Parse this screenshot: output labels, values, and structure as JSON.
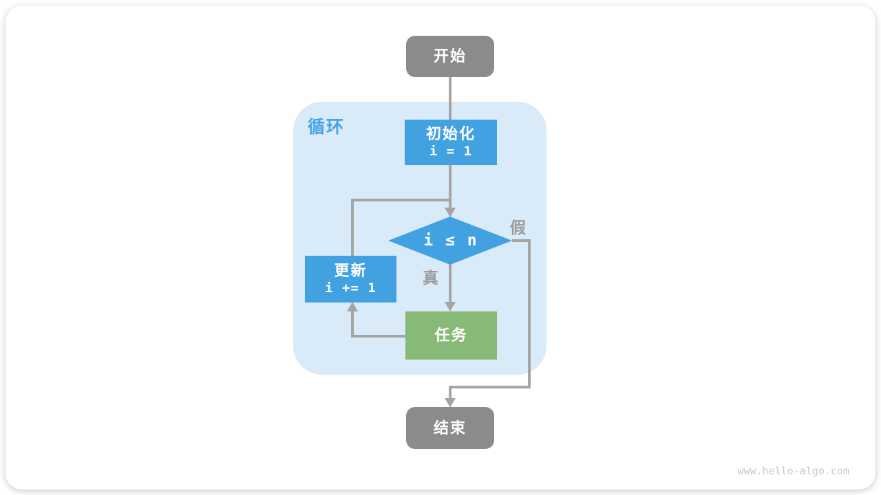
{
  "page": {
    "watermark": "www.hello-algo.com"
  },
  "colors": {
    "node_blue": "#42a1e0",
    "node_green": "#87ba77",
    "node_gray": "#8b8b8b",
    "loop_container_bg": "#d9eaf8",
    "arrow_gray": "#a5a5a5",
    "branch_label_gray": "#9b9b9b",
    "loop_label_blue": "#47a3e8"
  },
  "diagram": {
    "type": "flowchart",
    "loop_label": "循环",
    "nodes": {
      "start": {
        "label": "开始"
      },
      "init": {
        "label": "初始化",
        "code": "i = 1"
      },
      "condition": {
        "label": "i ≤ n"
      },
      "update": {
        "label": "更新",
        "code": "i += 1"
      },
      "task": {
        "label": "任务"
      },
      "end": {
        "label": "结束"
      }
    },
    "branches": {
      "true_label": "真",
      "false_label": "假"
    }
  }
}
